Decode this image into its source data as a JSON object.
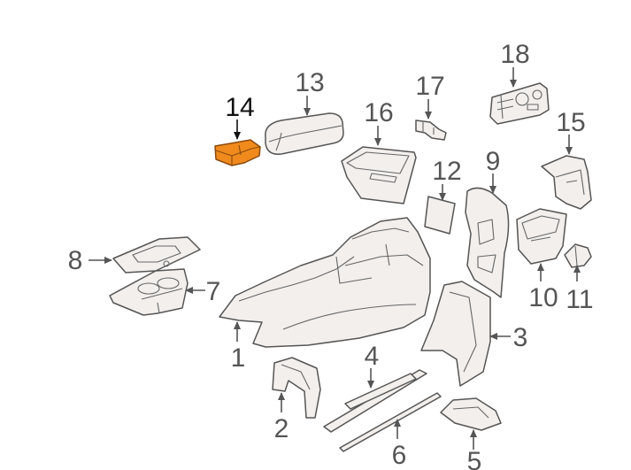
{
  "callouts": [
    {
      "id": "1",
      "label": "1"
    },
    {
      "id": "2",
      "label": "2"
    },
    {
      "id": "3",
      "label": "3"
    },
    {
      "id": "4",
      "label": "4"
    },
    {
      "id": "5",
      "label": "5"
    },
    {
      "id": "6",
      "label": "6"
    },
    {
      "id": "7",
      "label": "7"
    },
    {
      "id": "8",
      "label": "8"
    },
    {
      "id": "9",
      "label": "9"
    },
    {
      "id": "10",
      "label": "10"
    },
    {
      "id": "11",
      "label": "11"
    },
    {
      "id": "12",
      "label": "12"
    },
    {
      "id": "13",
      "label": "13"
    },
    {
      "id": "14",
      "label": "14"
    },
    {
      "id": "15",
      "label": "15"
    },
    {
      "id": "16",
      "label": "16"
    },
    {
      "id": "17",
      "label": "17"
    },
    {
      "id": "18",
      "label": "18"
    }
  ],
  "highlighted_part": "14",
  "colors": {
    "highlight_fill": "#f08a1c",
    "line": "#555555",
    "part_fill": "#f2efed"
  }
}
